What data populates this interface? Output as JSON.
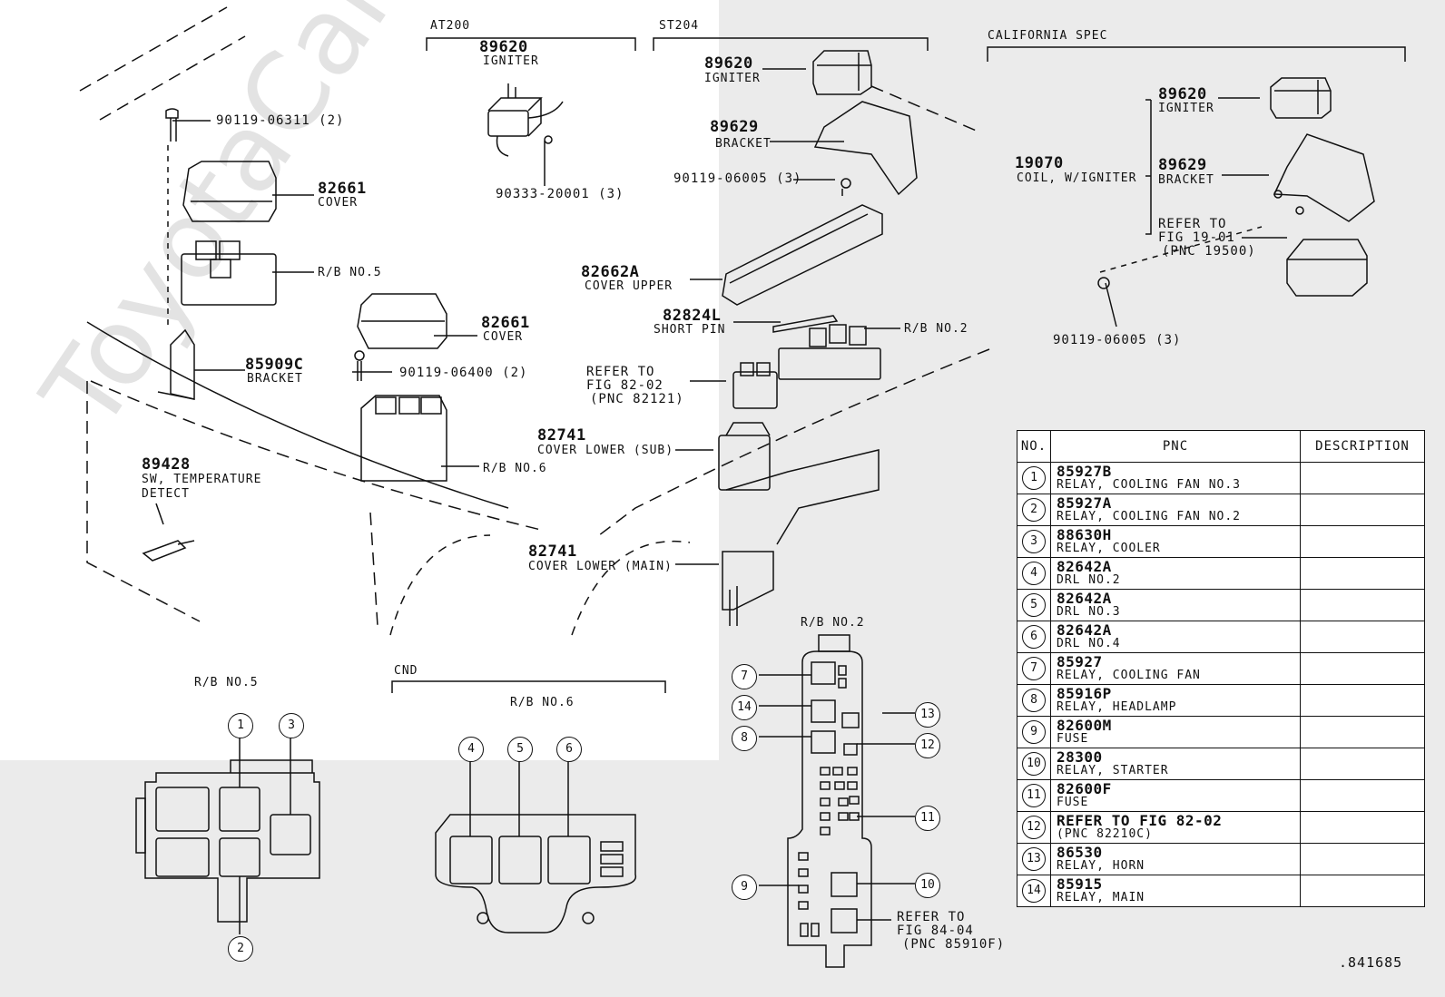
{
  "groups": {
    "at200": "AT200",
    "st204": "ST204",
    "california": "CALIFORNIA SPEC",
    "cnd": "CND"
  },
  "parts": {
    "igniter_at": {
      "pn": "89620",
      "name": "IGNITER"
    },
    "bolt_at": "90333-20001 (3)",
    "igniter_st": {
      "pn": "89620",
      "name": "IGNITER"
    },
    "bracket_st": {
      "pn": "89629",
      "name": "BRACKET"
    },
    "bolt_st": "90119-06005 (3)",
    "cover_upper": {
      "pn": "82662A",
      "name": "COVER UPPER"
    },
    "short_pin": {
      "pn": "82824L",
      "name": "SHORT PIN"
    },
    "rb2": "R/B NO.2",
    "refer_82_02": {
      "l1": "REFER TO",
      "l2": "FIG 82-02",
      "l3": "(PNC 82121)"
    },
    "cover_lower_sub": {
      "pn": "82741",
      "name": "COVER LOWER (SUB)"
    },
    "cover_lower_main": {
      "pn": "82741",
      "name": "COVER LOWER (MAIN)"
    },
    "bolt_top": "90119-06311 (2)",
    "cover_1": {
      "pn": "82661",
      "name": "COVER"
    },
    "rb5": "R/B NO.5",
    "cover_2": {
      "pn": "82661",
      "name": "COVER"
    },
    "bolt_mid": "90119-06400 (2)",
    "bracket_85909": {
      "pn": "85909C",
      "name": "BRACKET"
    },
    "rb6": "R/B NO.6",
    "sw_temp": {
      "pn": "89428",
      "name1": "SW, TEMPERATURE",
      "name2": "DETECT"
    },
    "coil": {
      "pn": "19070",
      "name": "COIL, W/IGNITER"
    },
    "igniter_ca": {
      "pn": "89620",
      "name": "IGNITER"
    },
    "bracket_ca": {
      "pn": "89629",
      "name": "BRACKET"
    },
    "refer_19_01": {
      "l1": "REFER TO",
      "l2": "FIG 19-01",
      "l3": "(PNC 19500)"
    },
    "bolt_ca": "90119-06005 (3)"
  },
  "boxes": {
    "rb5_title": "R/B NO.5",
    "rb6_title": "R/B NO.6",
    "rb2_title": "R/B NO.2",
    "refer_84_04": {
      "l1": "REFER TO",
      "l2": "FIG 84-04",
      "l3": "(PNC 85910F)"
    }
  },
  "table": {
    "headers": {
      "no": "NO.",
      "pnc": "PNC",
      "desc": "DESCRIPTION"
    },
    "rows": [
      {
        "no": "1",
        "pnc": "85927B",
        "desc": "RELAY, COOLING FAN NO.3"
      },
      {
        "no": "2",
        "pnc": "85927A",
        "desc": "RELAY, COOLING FAN NO.2"
      },
      {
        "no": "3",
        "pnc": "88630H",
        "desc": "RELAY, COOLER"
      },
      {
        "no": "4",
        "pnc": "82642A",
        "desc": "DRL NO.2"
      },
      {
        "no": "5",
        "pnc": "82642A",
        "desc": "DRL NO.3"
      },
      {
        "no": "6",
        "pnc": "82642A",
        "desc": "DRL NO.4"
      },
      {
        "no": "7",
        "pnc": "85927",
        "desc": "RELAY, COOLING FAN"
      },
      {
        "no": "8",
        "pnc": "85916P",
        "desc": "RELAY, HEADLAMP"
      },
      {
        "no": "9",
        "pnc": "82600M",
        "desc": "FUSE"
      },
      {
        "no": "10",
        "pnc": "28300",
        "desc": "RELAY, STARTER"
      },
      {
        "no": "11",
        "pnc": "82600F",
        "desc": "FUSE"
      },
      {
        "no": "12",
        "pnc": "REFER TO FIG 82-02",
        "desc": "(PNC 82210C)"
      },
      {
        "no": "13",
        "pnc": "86530",
        "desc": "RELAY, HORN"
      },
      {
        "no": "14",
        "pnc": "85915",
        "desc": "RELAY, MAIN"
      }
    ]
  },
  "watermark": "ToyotaCarMine.ru",
  "figure_number": ".841685"
}
